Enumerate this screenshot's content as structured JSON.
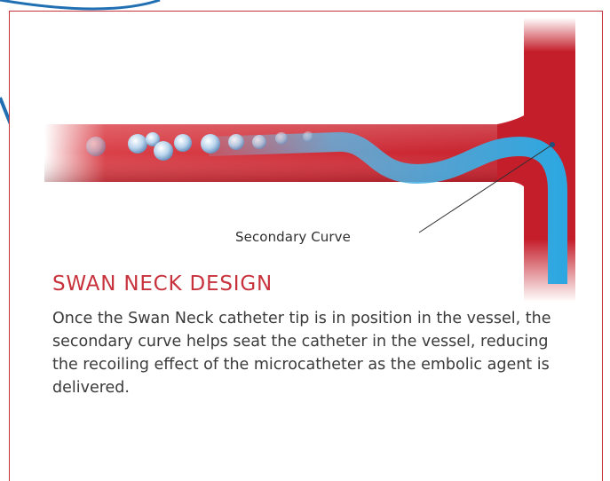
{
  "callout_label": "Secondary Curve",
  "title": "SWAN NECK DESIGN",
  "body": "Once the Swan Neck catheter tip is in position in the vessel, the secondary curve helps seat the catheter in the vessel, reducing the recoiling effect of the microcatheter as the embolic agent is delivered.",
  "colors": {
    "accent_red": "#c8323c",
    "vessel_red": "#c41e2a",
    "catheter_blue": "#2ea7e0",
    "text": "#3a3a3a"
  }
}
